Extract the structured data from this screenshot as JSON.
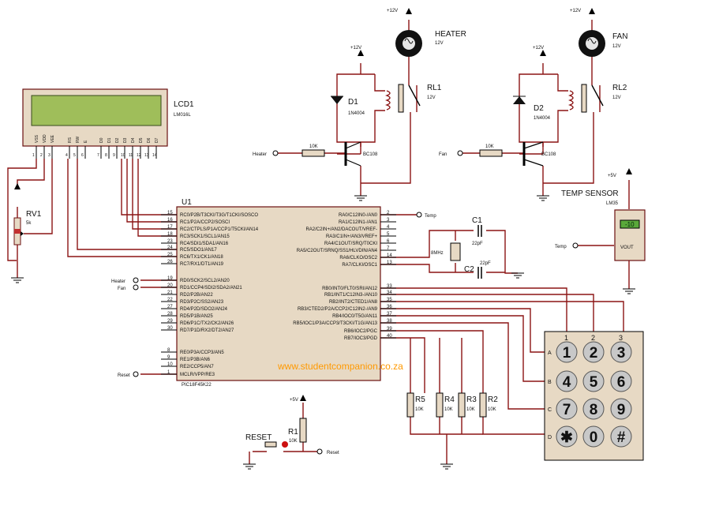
{
  "labels": {
    "heater_supply": "+12V",
    "heater_name": "HEATER",
    "heater_volt": "12V",
    "heater_relay_supply": "+12V",
    "rl1": "RL1",
    "rl1_volt": "12V",
    "d1": "D1",
    "d1_part": "1N4004",
    "heater_r": "10K",
    "heater_net": "Heater",
    "q1": "BC108",
    "fan_supply": "+12V",
    "fan_name": "FAN",
    "fan_volt": "12V",
    "fan_relay_supply": "+12V",
    "rl2": "RL2",
    "rl2_volt": "12V",
    "d2": "D2",
    "d2_part": "1N4004",
    "fan_r": "10K",
    "fan_net": "Fan",
    "q2": "BC108",
    "lcd": "LCD1",
    "lcd_part": "LM016L",
    "rv1": "RV1",
    "rv1_val": "5k",
    "u1": "U1",
    "u1_part": "PIC18F45K22",
    "temp_net": "Temp",
    "c1": "C1",
    "c1_val": "22pF",
    "c2": "C2",
    "c2_val": "22pF",
    "xtal": "8MHz",
    "sensor_supply": "+5V",
    "sensor_title": "TEMP SENSOR",
    "sensor_part": "LM35",
    "sensor_display": "-10",
    "sensor_pin": "VOUT",
    "sensor_temp_net": "Temp",
    "heater_net2": "Heater",
    "fan_net2": "Fan",
    "reset_net": "Reset",
    "website": "www.studentcompanion.co.za",
    "r5": "R5",
    "r5_val": "10K",
    "r4": "R4",
    "r4_val": "10K",
    "r3": "R3",
    "r3_val": "10K",
    "r2": "R2",
    "r2_val": "10K",
    "r1": "R1",
    "r1_val": "10K",
    "r1_supply": "+5V",
    "reset_button": "RESET",
    "reset_net2": "Reset"
  },
  "lcd_pins": [
    "VSS",
    "VDD",
    "VEE",
    "RS",
    "RW",
    "E",
    "D0",
    "D1",
    "D2",
    "D3",
    "D4",
    "D5",
    "D6",
    "D7"
  ],
  "lcd_pin_numbers": [
    "1",
    "2",
    "3",
    "4",
    "5",
    "6",
    "7",
    "8",
    "9",
    "10",
    "11",
    "12",
    "13",
    "14"
  ],
  "pic_left": [
    {
      "num": "15",
      "name": "RC0/P2B/T3CKI/T3G/T1CKI/SOSCO"
    },
    {
      "num": "16",
      "name": "RC1/P2A/CCP2/SOSCI"
    },
    {
      "num": "17",
      "name": "RC2/CTPLS/P1A/CCP1/T5CKI/AN14"
    },
    {
      "num": "18",
      "name": "RC3/SCK1/SCL1/AN15"
    },
    {
      "num": "23",
      "name": "RC4/SDI1/SDA1/AN16"
    },
    {
      "num": "24",
      "name": "RC5/SDO1/AN17"
    },
    {
      "num": "25",
      "name": "RC6/TX1/CK1/AN18"
    },
    {
      "num": "26",
      "name": "RC7/RX1/DT1/AN19"
    },
    {
      "num": "19",
      "name": "RD0/SCK2/SCL2/AN20"
    },
    {
      "num": "20",
      "name": "RD1/CCP4/SDI2/SDA2/AN21"
    },
    {
      "num": "21",
      "name": "RD2/P2B/AN22"
    },
    {
      "num": "22",
      "name": "RD3/P2C/SS2/AN23"
    },
    {
      "num": "27",
      "name": "RD4/P2D/SDO2/AN24"
    },
    {
      "num": "28",
      "name": "RD5/P1B/AN25"
    },
    {
      "num": "29",
      "name": "RD6/P1C/TX2/CK2/AN26"
    },
    {
      "num": "30",
      "name": "RD7/P1D/RX2/DT2/AN27"
    },
    {
      "num": "8",
      "name": "RE0/P3A/CCP3/AN5"
    },
    {
      "num": "9",
      "name": "RE1/P3B/AN6"
    },
    {
      "num": "10",
      "name": "RE2/CCP5/AN7"
    },
    {
      "num": "1",
      "name": "MCLR/VPP/RE3"
    }
  ],
  "pic_right": [
    {
      "num": "2",
      "name": "RA0/C12IN0-/AN0"
    },
    {
      "num": "3",
      "name": "RA1/C12IN1-/AN1"
    },
    {
      "num": "4",
      "name": "RA2/C2IN+/AN2/DACOUT/VREF-"
    },
    {
      "num": "5",
      "name": "RA3/C1IN+/AN3/VREF+"
    },
    {
      "num": "6",
      "name": "RA4/C1OUT/SRQ/T0CKI"
    },
    {
      "num": "7",
      "name": "RA5/C2OUT/SRNQ/SS1/HLVDIN/AN4"
    },
    {
      "num": "14",
      "name": "RA6/CLKO/OSC2"
    },
    {
      "num": "13",
      "name": "RA7/CLKI/OSC1"
    },
    {
      "num": "33",
      "name": "RB0/INT0/FLT0/SRI/AN12"
    },
    {
      "num": "34",
      "name": "RB1/INT1/C12IN3-/AN10"
    },
    {
      "num": "35",
      "name": "RB2/INT2/CTED1/AN8"
    },
    {
      "num": "36",
      "name": "RB3/CTED2/P2A/CCP2/C12IN2-/AN9"
    },
    {
      "num": "37",
      "name": "RB4/IOC0/T5G/AN11"
    },
    {
      "num": "38",
      "name": "RB5/IOC1/P3A/CCP3/T3CKI/T1G/AN13"
    },
    {
      "num": "39",
      "name": "RB6/IOC2/PGC"
    },
    {
      "num": "40",
      "name": "RB7/IOC3/PGD"
    }
  ],
  "keypad": {
    "cols": [
      "1",
      "2",
      "3"
    ],
    "rows": [
      "A",
      "B",
      "C",
      "D"
    ],
    "keys": [
      "1",
      "2",
      "3",
      "4",
      "5",
      "6",
      "7",
      "8",
      "9",
      "✱",
      "0",
      "#"
    ]
  },
  "colors": {
    "wire": "#8b1414",
    "component_fill": "#e7d9c4",
    "text": "#111111",
    "website": "#ff9900",
    "lcd_screen": "#9fbe5a"
  }
}
